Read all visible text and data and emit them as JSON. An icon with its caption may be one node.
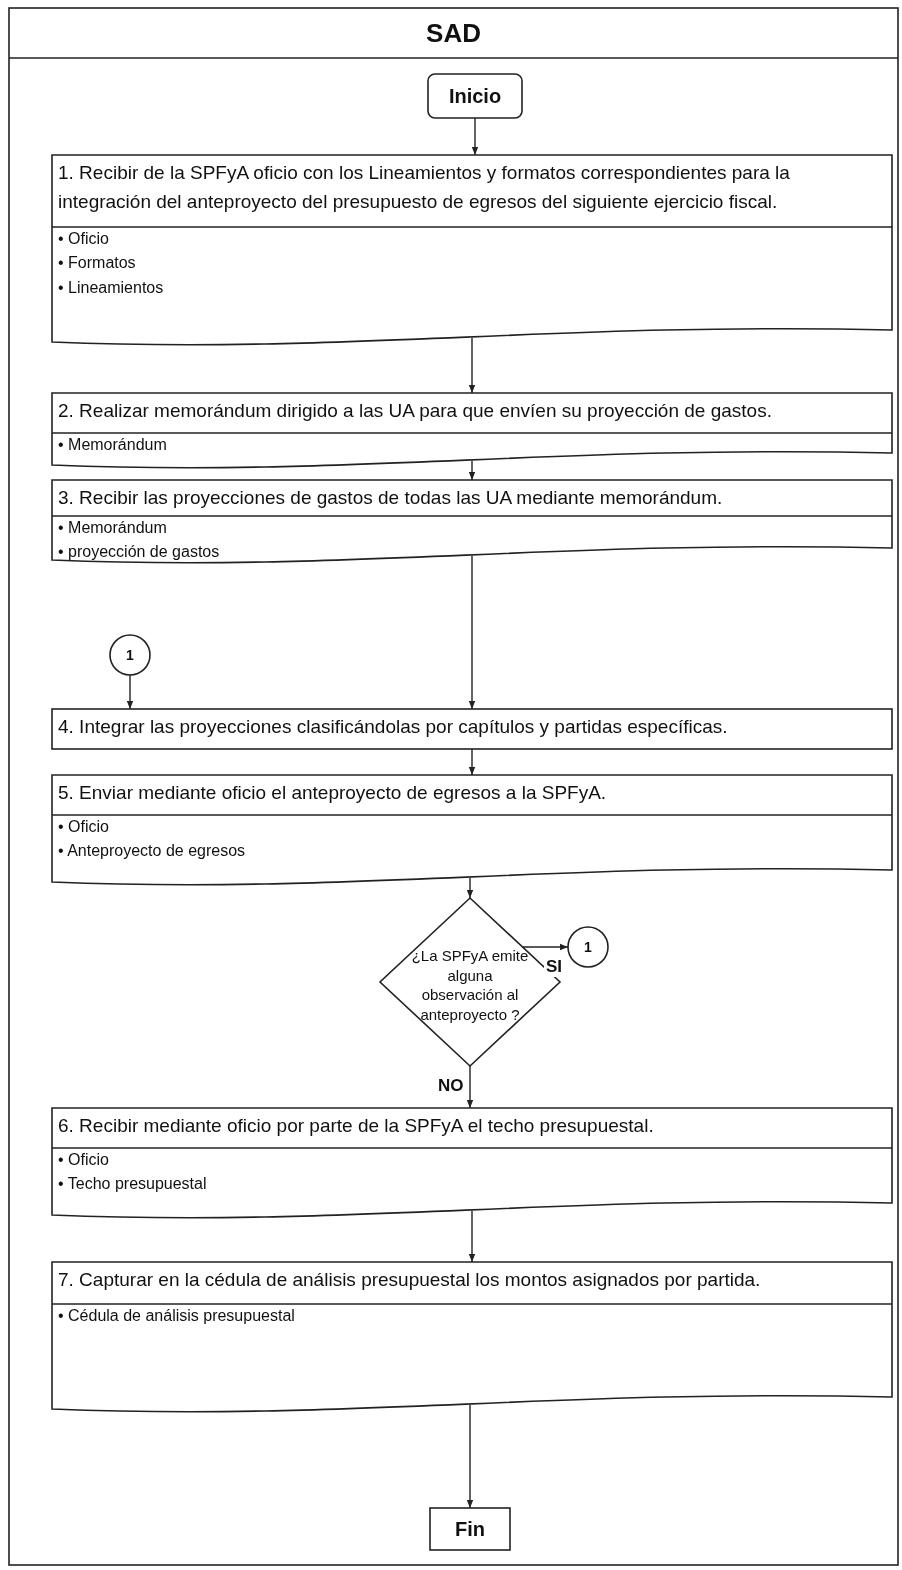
{
  "diagram": {
    "nodes": [
      {
        "text": [
          "SAD"
        ]
      },
      {
        "text": [
          "Inicio"
        ],
        "in": 0
      },
      {
        "text": [
          "1. Recibir de la SPFyA oficio con los Lineamientos y formatos correspondientes para la integración del anteproyecto del presupuesto de egresos del siguiente ejercicio fiscal.",
          "• Oficio",
          "• Formatos",
          "• Lineamientos"
        ],
        "in": 0
      },
      {
        "text": [
          "2. Realizar memorándum dirigido a las UA para que envíen su proyección de gastos.",
          "• Memorándum"
        ],
        "in": 0
      },
      {
        "text": [
          "3. Recibir las proyecciones de gastos de todas las UA mediante memorándum.",
          "• Memorándum",
          "• proyección de gastos"
        ],
        "in": 0
      },
      {
        "text": [
          "1"
        ],
        "in": 0
      },
      {
        "text": [
          "4. Integrar las proyecciones clasificándolas por capítulos y partidas específicas."
        ],
        "in": 0
      },
      {
        "text": [
          "5. Enviar mediante oficio el anteproyecto de egresos a la SPFyA.",
          "• Oficio",
          "• Anteproyecto de egresos"
        ],
        "in": 0
      },
      {
        "text": [
          "¿La SPFyA emite alguna observación al anteproyecto ?"
        ],
        "in": 0
      },
      {
        "text": [
          "1"
        ],
        "in": 0
      },
      {
        "text": [
          "6. Recibir mediante oficio por parte de la SPFyA el techo presupuestal.",
          "• Oficio",
          "• Techo presupuestal"
        ],
        "in": 0
      },
      {
        "text": [
          "7. Capturar en la cédula de análisis presupuestal los montos asignados por partida.",
          "• Cédula de análisis presupuestal"
        ],
        "in": 0
      },
      {
        "text": [
          "Fin"
        ],
        "in": 0
      }
    ],
    "edges": [
      {
        "from": 1,
        "to": 2,
        "arrow": "to"
      },
      {
        "from": 2,
        "to": 3,
        "arrow": "to"
      },
      {
        "from": 3,
        "to": 4,
        "arrow": "to"
      },
      {
        "from": 4,
        "to": 6,
        "arrow": "to"
      },
      {
        "from": 5,
        "to": 6,
        "arrow": "to"
      },
      {
        "from": 6,
        "to": 7,
        "arrow": "to"
      },
      {
        "from": 7,
        "to": 8,
        "arrow": "to"
      },
      {
        "from": 8,
        "to": 9,
        "arrow": "to",
        "label": "SI"
      },
      {
        "from": 8,
        "to": 10,
        "arrow": "to",
        "label": "NO"
      },
      {
        "from": 10,
        "to": 11,
        "arrow": "to"
      },
      {
        "from": 11,
        "to": 12,
        "arrow": "to"
      }
    ]
  }
}
